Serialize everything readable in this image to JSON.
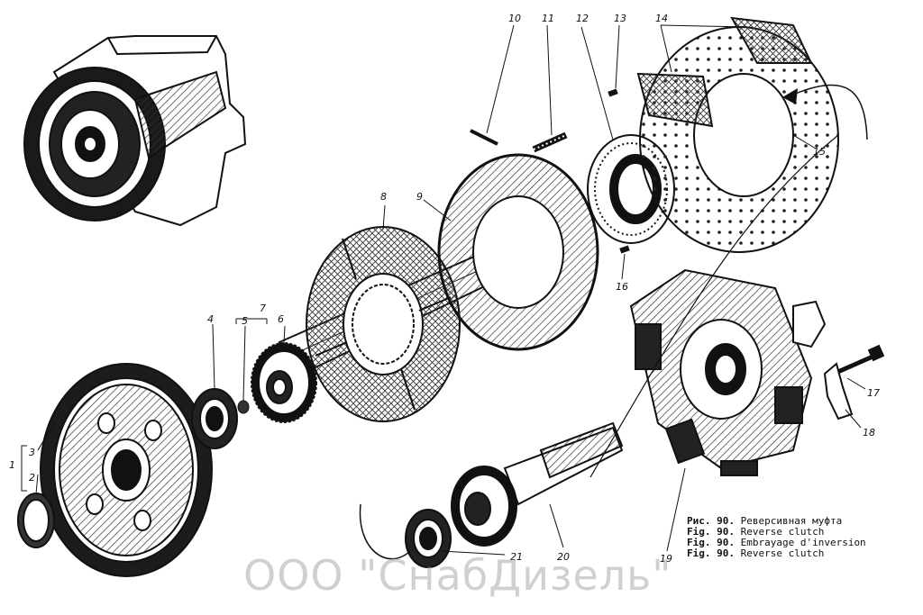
{
  "figure": {
    "callouts": [
      "1",
      "2",
      "3",
      "4",
      "5",
      "6",
      "7",
      "8",
      "9",
      "10",
      "11",
      "12",
      "13",
      "14",
      "15",
      "16",
      "17",
      "18",
      "19",
      "20",
      "21"
    ],
    "caption": [
      {
        "fig": "Рис. 90.",
        "text": "Реверсивная муфта"
      },
      {
        "fig": "Fig. 90.",
        "text": "Reverse clutch"
      },
      {
        "fig": "Fig. 90.",
        "text": "Embrayage d'inversion"
      },
      {
        "fig": "Fig. 90.",
        "text": "Reverse clutch"
      }
    ],
    "watermark": "ООО \"СнабДизель\""
  }
}
